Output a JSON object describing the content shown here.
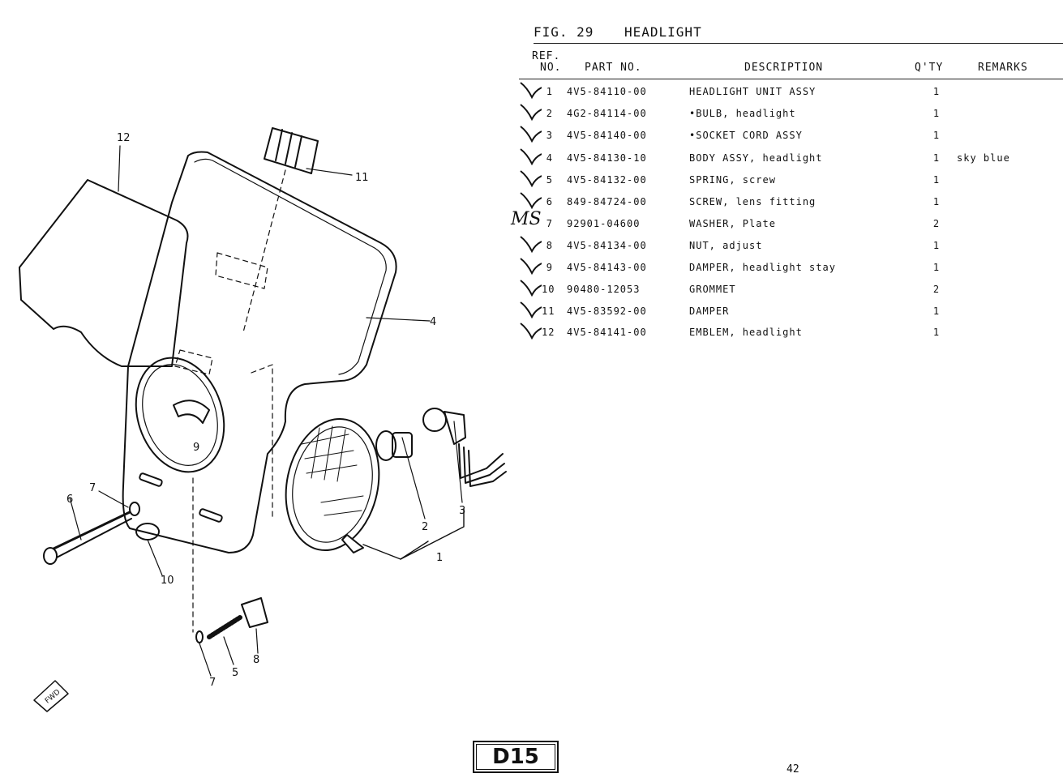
{
  "figure": {
    "label": "FIG. 29",
    "title": "HEADLIGHT"
  },
  "headers": {
    "ref_line1": "REF.",
    "ref_line2": "NO.",
    "part_no": "PART NO.",
    "description": "DESCRIPTION",
    "qty": "Q'TY",
    "remarks": "REMARKS"
  },
  "parts": [
    {
      "ref": "1",
      "part_no": "4V5-84110-00",
      "description": "HEADLIGHT UNIT ASSY",
      "qty": "1",
      "remarks": ""
    },
    {
      "ref": "2",
      "part_no": "4G2-84114-00",
      "description": "•BULB, headlight",
      "qty": "1",
      "remarks": ""
    },
    {
      "ref": "3",
      "part_no": "4V5-84140-00",
      "description": "•SOCKET CORD ASSY",
      "qty": "1",
      "remarks": ""
    },
    {
      "ref": "4",
      "part_no": "4V5-84130-10",
      "description": "BODY ASSY, headlight",
      "qty": "1",
      "remarks": "sky blue"
    },
    {
      "ref": "5",
      "part_no": "4V5-84132-00",
      "description": "SPRING, screw",
      "qty": "1",
      "remarks": ""
    },
    {
      "ref": "6",
      "part_no": "849-84724-00",
      "description": "SCREW, lens fitting",
      "qty": "1",
      "remarks": ""
    },
    {
      "ref": "7",
      "part_no": "92901-04600",
      "description": "WASHER, Plate",
      "qty": "2",
      "remarks": ""
    },
    {
      "ref": "8",
      "part_no": "4V5-84134-00",
      "description": "NUT, adjust",
      "qty": "1",
      "remarks": ""
    },
    {
      "ref": "9",
      "part_no": "4V5-84143-00",
      "description": "DAMPER, headlight stay",
      "qty": "1",
      "remarks": ""
    },
    {
      "ref": "10",
      "part_no": "90480-12053",
      "description": "GROMMET",
      "qty": "2",
      "remarks": ""
    },
    {
      "ref": "11",
      "part_no": "4V5-83592-00",
      "description": "DAMPER",
      "qty": "1",
      "remarks": ""
    },
    {
      "ref": "12",
      "part_no": "4V5-84141-00",
      "description": "EMBLEM, headlight",
      "qty": "1",
      "remarks": ""
    }
  ],
  "handwritten_initials": "MS",
  "diagram": {
    "callouts": [
      "12",
      "11",
      "4",
      "9",
      "7",
      "6",
      "10",
      "2",
      "3",
      "1",
      "5",
      "8",
      "7"
    ],
    "direction_badge": "FWD"
  },
  "footer": {
    "page_code": "D15",
    "page_number": "42"
  }
}
